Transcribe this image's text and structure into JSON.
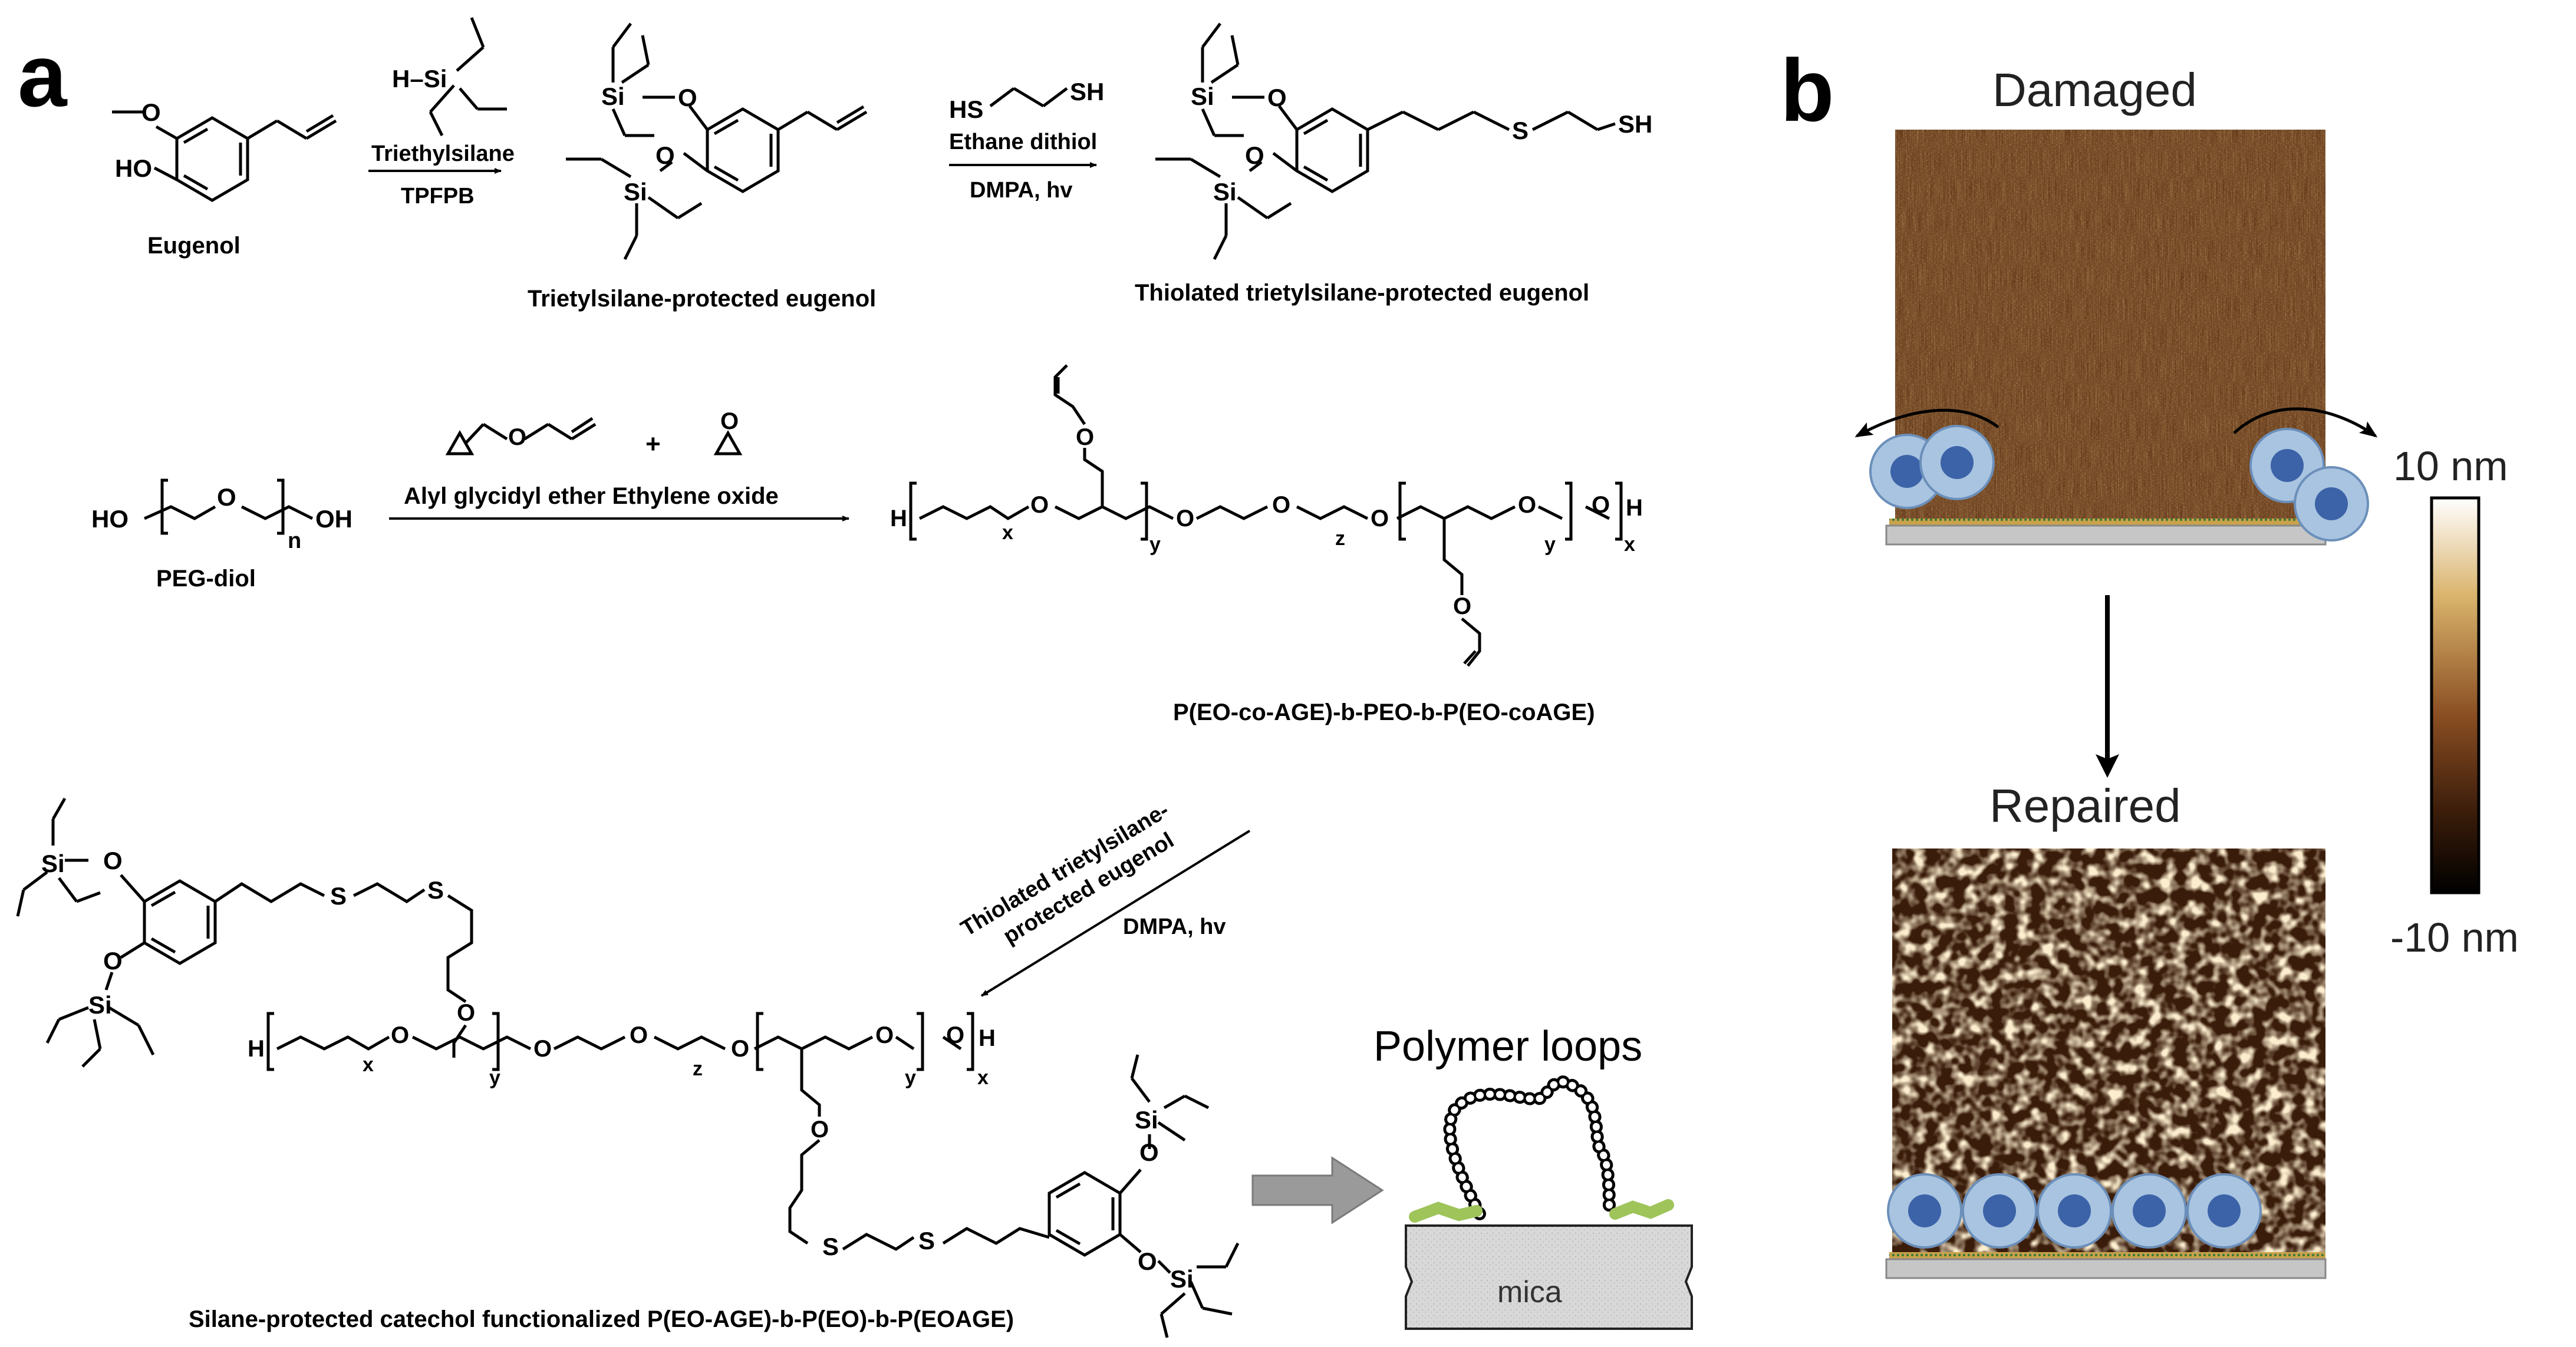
{
  "panel_a": {
    "label": "a",
    "step1": {
      "start_name": "Eugenol",
      "reagent_top": "Triethylsilane",
      "reagent_bottom": "TPFPB",
      "reagent_structure_label": "H–Si",
      "product_name": "Trietylsilane-protected eugenol"
    },
    "step2": {
      "reagent_top": "Ethane dithiol",
      "reagent_bottom": "DMPA, hv",
      "product_name": "Thiolated trietylsilane-protected eugenol",
      "sh_label": "SH",
      "hs_label": "HS"
    },
    "step3": {
      "start_name": "PEG-diol",
      "reagent_label": "Alyl glycidyl ether Ethylene oxide",
      "plus": "+",
      "product_name": "P(EO-co-AGE)-b-PEO-b-P(EO-coAGE)"
    },
    "step4": {
      "reagent_top_line1": "Thiolated trietylsilane-",
      "reagent_top_line2": "protected eugenol",
      "reagent_bottom": "DMPA,  hv",
      "product_name": "Silane-protected catechol functionalized P(EO-AGE)-b-P(EO)-b-P(EOAGE)"
    },
    "atoms": {
      "O": "O",
      "HO": "HO",
      "OH": "OH",
      "Si": "Si",
      "S": "S",
      "SH": "SH",
      "H": "H",
      "n": "n",
      "x": "x",
      "y": "y",
      "z": "z",
      "methoxy": "O"
    },
    "polymer_loops": {
      "title": "Polymer loops",
      "substrate_label": "mica"
    }
  },
  "panel_b": {
    "label": "b",
    "top_title": "Damaged",
    "bottom_title": "Repaired",
    "colorbar": {
      "max_label": "10 nm",
      "min_label": "-10 nm"
    }
  },
  "colors": {
    "afm_dark": "#3a1c0a",
    "afm_mid": "#8a4e22",
    "afm_light": "#f2d9a8",
    "micelle_core": "#3c63a8",
    "micelle_corona": "#a9c4e0",
    "catechol_green": "#9ec45a",
    "mica_gray": "#d0d0d0"
  }
}
